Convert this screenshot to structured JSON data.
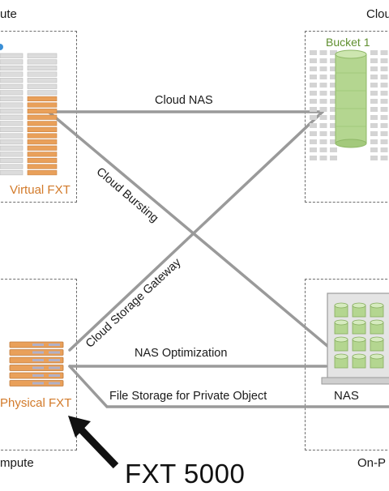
{
  "corners": {
    "top_left": "ute",
    "top_right": "Clou",
    "bottom_left": "mpute",
    "bottom_right": "On-P"
  },
  "nodes": {
    "virtual_fxt": "Virtual FXT",
    "bucket": "Bucket 1",
    "physical_fxt": "Physical FXT",
    "nas": "NAS"
  },
  "links": {
    "cloud_nas": "Cloud NAS",
    "cloud_bursting": "Cloud Bursting",
    "cloud_storage_gateway": "Cloud Storage Gateway",
    "nas_optimization": "NAS Optimization",
    "file_storage": "File Storage for Private Object"
  },
  "callout": "FXT 5000",
  "colors": {
    "orange": "#e9a05a",
    "orange_text": "#d27a2a",
    "green": "#a9cf85",
    "green_text": "#5f8f2f",
    "line_gray": "#9a9a9a",
    "box_dash": "#6d6d6d"
  }
}
